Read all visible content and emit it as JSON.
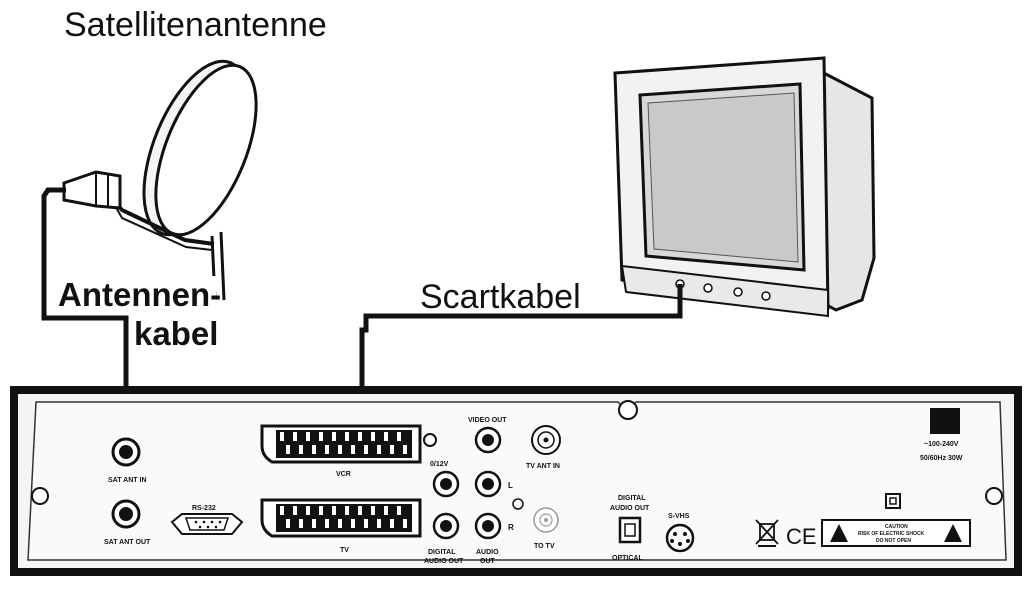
{
  "labels": {
    "satellite": "Satellitenantenne",
    "antenna_cable_1": "Antennen-",
    "antenna_cable_2": "kabel",
    "scart_cable": "Scartkabel"
  },
  "panel": {
    "sat_ant_in": "SAT ANT IN",
    "sat_ant_out": "SAT ANT OUT",
    "rs232": "RS-232",
    "vcr": "VCR",
    "tv": "TV",
    "video_out": "VIDEO OUT",
    "v12": "0/12V",
    "l": "L",
    "r": "R",
    "digital_audio_out": [
      "DIGITAL",
      "AUDIO OUT"
    ],
    "audio_out": [
      "AUDIO",
      "OUT"
    ],
    "tv_ant_in": "TV ANT IN",
    "to_tv": "TO TV",
    "digital_audio_out_optical": [
      "DIGITAL",
      "AUDIO OUT"
    ],
    "optical": "OPTICAL",
    "svhs": "S-VHS",
    "power_1": "~100-240V",
    "power_2": "50/60Hz 30W",
    "caution_1": "CAUTION",
    "caution_2": "RISK OF ELECTRIC SHOCK",
    "caution_3": "DO NOT OPEN",
    "ce": "CE"
  }
}
